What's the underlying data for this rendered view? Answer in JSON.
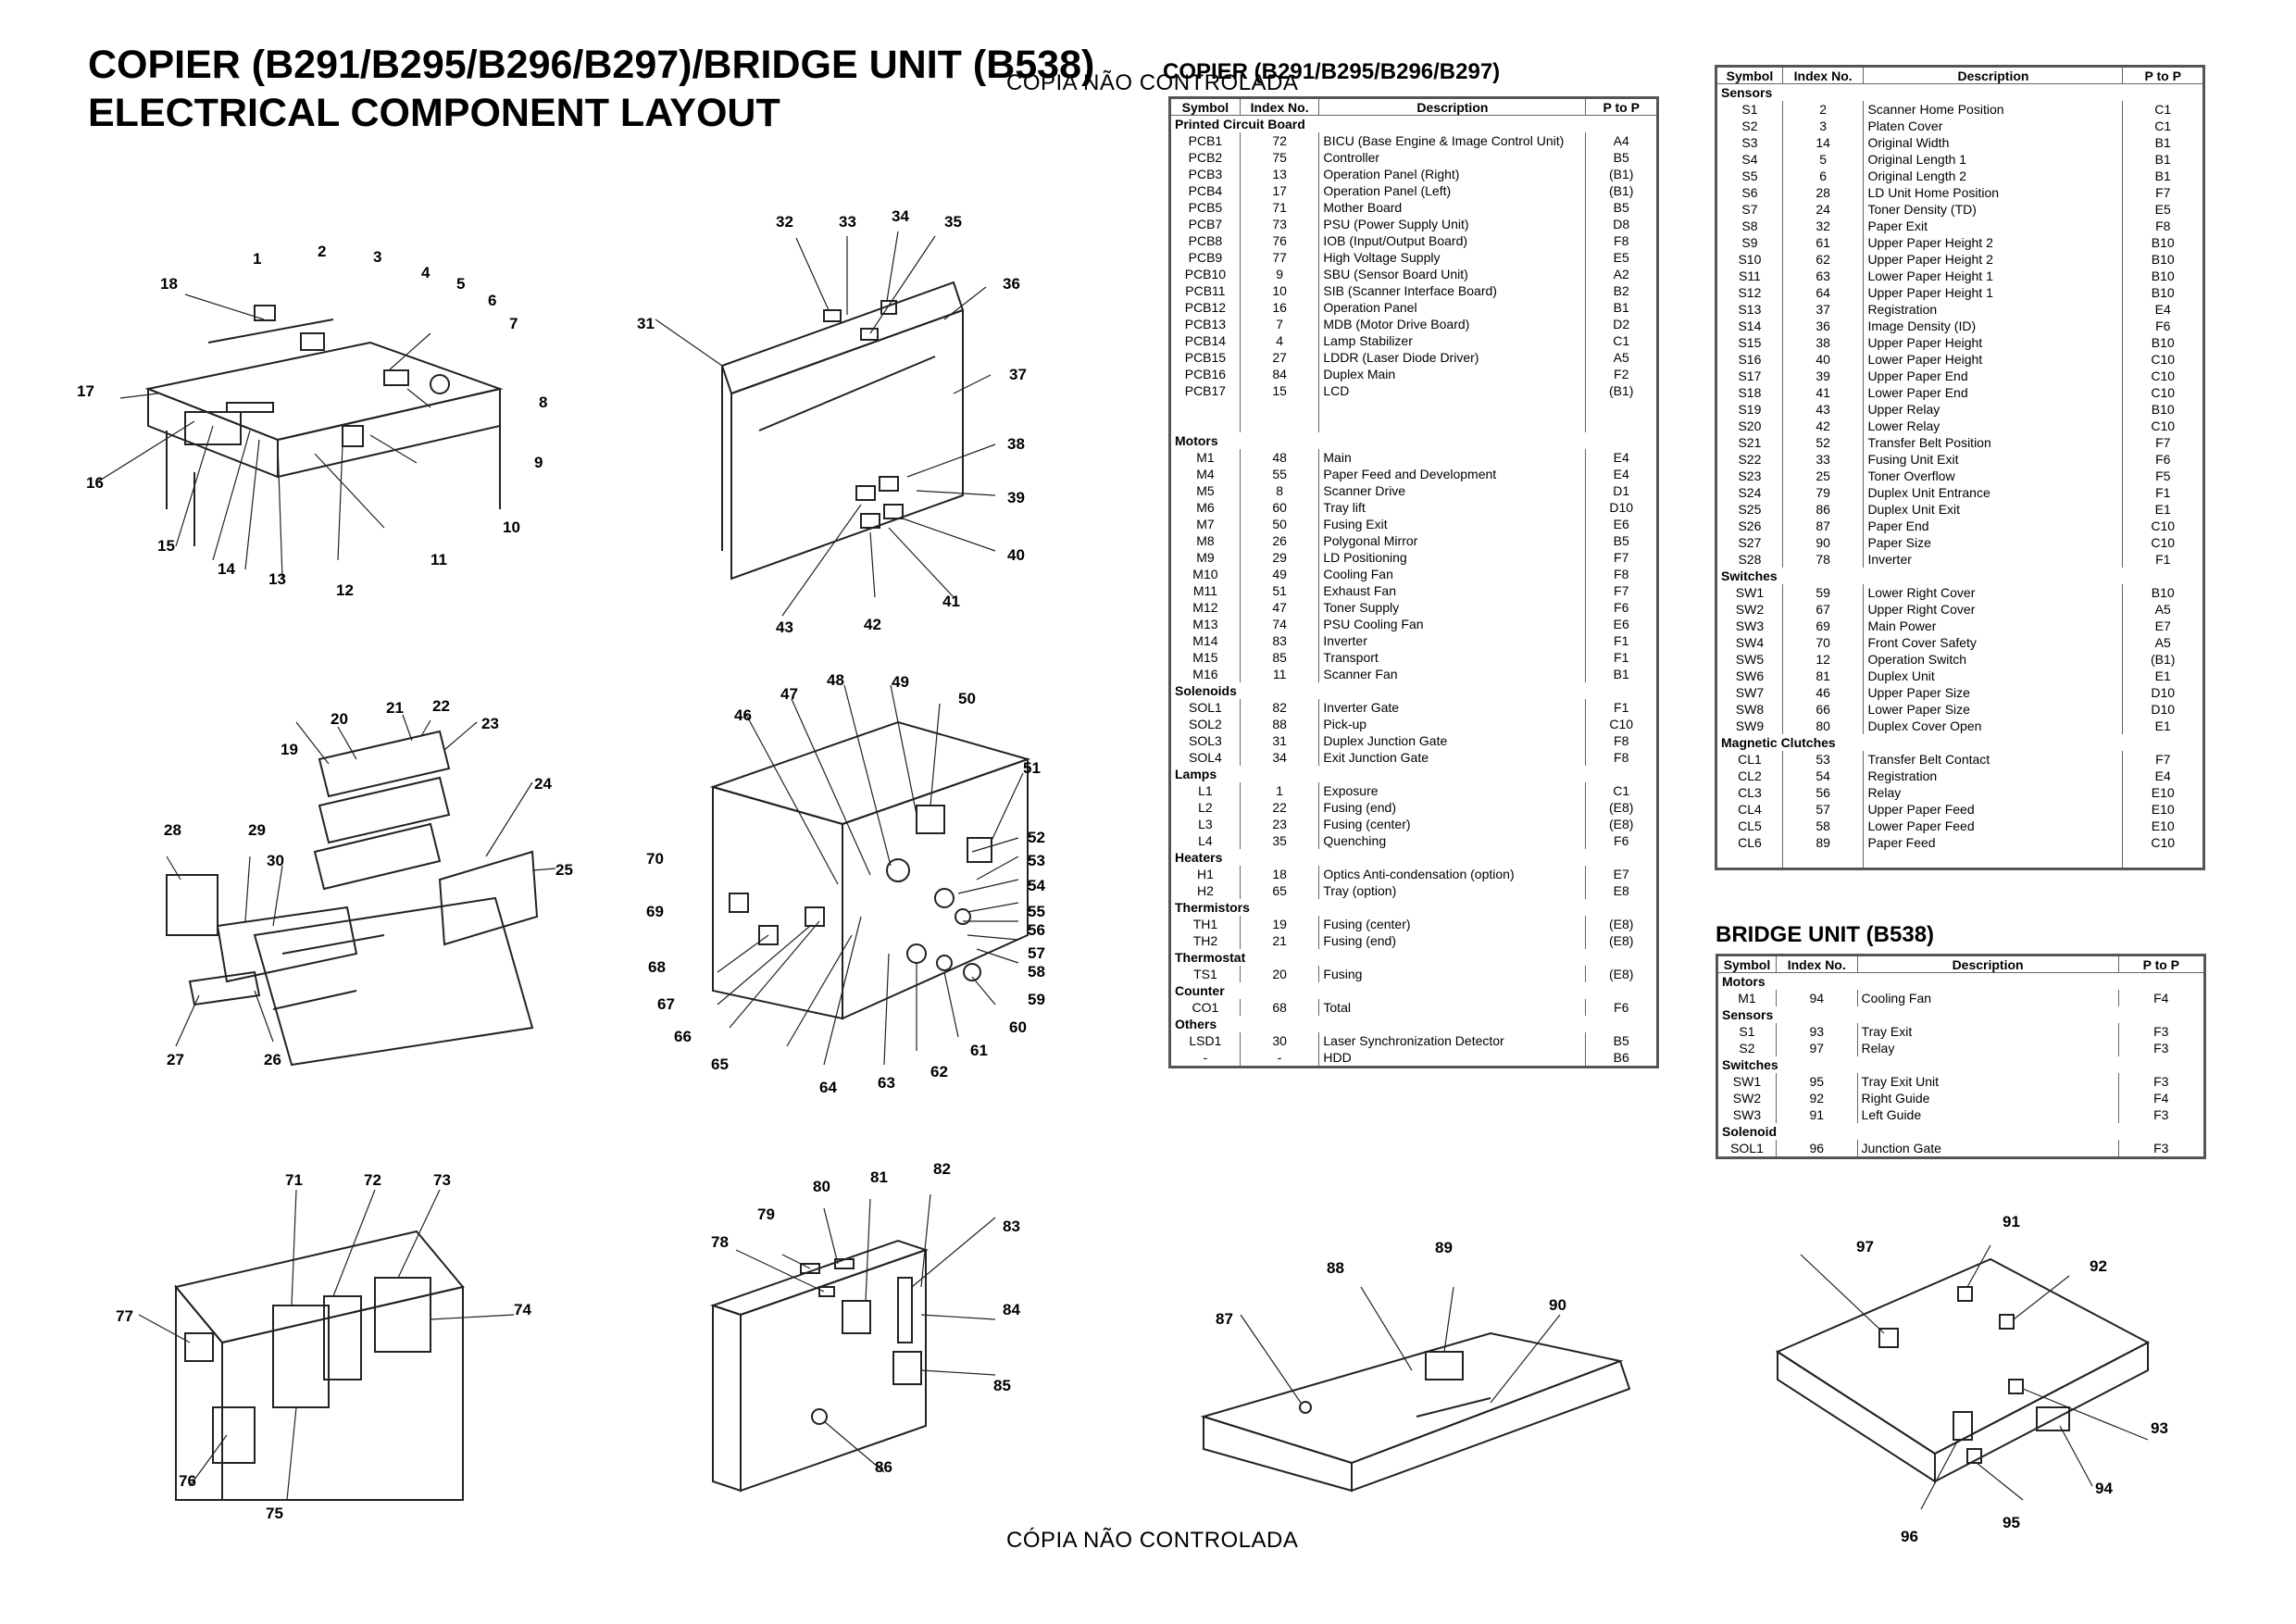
{
  "title": [
    "COPIER (B291/B295/B296/B297)/BRIDGE UNIT (B538)",
    "ELECTRICAL COMPONENT LAYOUT"
  ],
  "watermark": "CÓPIA NÃO CONTROLADA",
  "copier_table": {
    "title": "COPIER (B291/B295/B296/B297)",
    "headers": [
      "Symbol",
      "Index No.",
      "Description",
      "P to P"
    ],
    "rows": [
      {
        "group": "Printed Circuit Board"
      },
      [
        "PCB1",
        "72",
        "BICU (Base Engine & Image Control Unit)",
        "A4"
      ],
      [
        "PCB2",
        "75",
        "Controller",
        "B5"
      ],
      [
        "PCB3",
        "13",
        "Operation Panel (Right)",
        "(B1)"
      ],
      [
        "PCB4",
        "17",
        "Operation Panel (Left)",
        "(B1)"
      ],
      [
        "PCB5",
        "71",
        "Mother Board",
        "B5"
      ],
      [
        "PCB7",
        "73",
        "PSU (Power Supply Unit)",
        "D8"
      ],
      [
        "PCB8",
        "76",
        "IOB (Input/Output Board)",
        "F8"
      ],
      [
        "PCB9",
        "77",
        "High Voltage Supply",
        "E5"
      ],
      [
        "PCB10",
        "9",
        "SBU (Sensor Board Unit)",
        "A2"
      ],
      [
        "PCB11",
        "10",
        "SIB (Scanner Interface Board)",
        "B2"
      ],
      [
        "PCB12",
        "16",
        "Operation Panel",
        "B1"
      ],
      [
        "PCB13",
        "7",
        "MDB (Motor Drive Board)",
        "D2"
      ],
      [
        "PCB14",
        "4",
        "Lamp Stabilizer",
        "C1"
      ],
      [
        "PCB15",
        "27",
        "LDDR (Laser Diode Driver)",
        "A5"
      ],
      [
        "PCB16",
        "84",
        "Duplex Main",
        "F2"
      ],
      [
        "PCB17",
        "15",
        "LCD",
        "(B1)"
      ],
      {
        "blank": true
      },
      {
        "blank": true
      },
      {
        "group": "Motors"
      },
      [
        "M1",
        "48",
        "Main",
        "E4"
      ],
      [
        "M4",
        "55",
        "Paper Feed and Development",
        "E4"
      ],
      [
        "M5",
        "8",
        "Scanner Drive",
        "D1"
      ],
      [
        "M6",
        "60",
        "Tray lift",
        "D10"
      ],
      [
        "M7",
        "50",
        "Fusing Exit",
        "E6"
      ],
      [
        "M8",
        "26",
        "Polygonal Mirror",
        "B5"
      ],
      [
        "M9",
        "29",
        "LD Positioning",
        "F7"
      ],
      [
        "M10",
        "49",
        "Cooling Fan",
        "F8"
      ],
      [
        "M11",
        "51",
        "Exhaust Fan",
        "F7"
      ],
      [
        "M12",
        "47",
        "Toner Supply",
        "F6"
      ],
      [
        "M13",
        "74",
        "PSU Cooling Fan",
        "E6"
      ],
      [
        "M14",
        "83",
        "Inverter",
        "F1"
      ],
      [
        "M15",
        "85",
        "Transport",
        "F1"
      ],
      [
        "M16",
        "11",
        "Scanner Fan",
        "B1"
      ],
      {
        "group": "Solenoids"
      },
      [
        "SOL1",
        "82",
        "Inverter Gate",
        "F1"
      ],
      [
        "SOL2",
        "88",
        "Pick-up",
        "C10"
      ],
      [
        "SOL3",
        "31",
        "Duplex Junction Gate",
        "F8"
      ],
      [
        "SOL4",
        "34",
        "Exit Junction Gate",
        "F8"
      ],
      {
        "group": "Lamps"
      },
      [
        "L1",
        "1",
        "Exposure",
        "C1"
      ],
      [
        "L2",
        "22",
        "Fusing (end)",
        "(E8)"
      ],
      [
        "L3",
        "23",
        "Fusing (center)",
        "(E8)"
      ],
      [
        "L4",
        "35",
        "Quenching",
        "F6"
      ],
      {
        "group": "Heaters"
      },
      [
        "H1",
        "18",
        "Optics Anti-condensation (option)",
        "E7"
      ],
      [
        "H2",
        "65",
        "Tray (option)",
        "E8"
      ],
      {
        "group": "Thermistors"
      },
      [
        "TH1",
        "19",
        "Fusing (center)",
        "(E8)"
      ],
      [
        "TH2",
        "21",
        "Fusing (end)",
        "(E8)"
      ],
      {
        "group": "Thermostat"
      },
      [
        "TS1",
        "20",
        "Fusing",
        "(E8)"
      ],
      {
        "group": "Counter"
      },
      [
        "CO1",
        "68",
        "Total",
        "F6"
      ],
      {
        "group": "Others"
      },
      [
        "LSD1",
        "30",
        "Laser Synchronization Detector",
        "B5"
      ],
      [
        "-",
        "-",
        "HDD",
        "B6"
      ]
    ]
  },
  "sensor_table": {
    "headers": [
      "Symbol",
      "Index No.",
      "Description",
      "P to P"
    ],
    "rows": [
      {
        "group": "Sensors"
      },
      [
        "S1",
        "2",
        "Scanner Home Position",
        "C1"
      ],
      [
        "S2",
        "3",
        "Platen Cover",
        "C1"
      ],
      [
        "S3",
        "14",
        "Original Width",
        "B1"
      ],
      [
        "S4",
        "5",
        "Original Length 1",
        "B1"
      ],
      [
        "S5",
        "6",
        "Original Length 2",
        "B1"
      ],
      [
        "S6",
        "28",
        "LD Unit Home Position",
        "F7"
      ],
      [
        "S7",
        "24",
        "Toner Density (TD)",
        "E5"
      ],
      [
        "S8",
        "32",
        "Paper Exit",
        "F8"
      ],
      [
        "S9",
        "61",
        "Upper Paper Height 2",
        "B10"
      ],
      [
        "S10",
        "62",
        "Upper Paper Height 2",
        "B10"
      ],
      [
        "S11",
        "63",
        "Lower Paper Height 1",
        "B10"
      ],
      [
        "S12",
        "64",
        "Upper Paper Height 1",
        "B10"
      ],
      [
        "S13",
        "37",
        "Registration",
        "E4"
      ],
      [
        "S14",
        "36",
        "Image Density (ID)",
        "F6"
      ],
      [
        "S15",
        "38",
        "Upper Paper Height",
        "B10"
      ],
      [
        "S16",
        "40",
        "Lower Paper Height",
        "C10"
      ],
      [
        "S17",
        "39",
        "Upper Paper End",
        "C10"
      ],
      [
        "S18",
        "41",
        "Lower Paper End",
        "C10"
      ],
      [
        "S19",
        "43",
        "Upper Relay",
        "B10"
      ],
      [
        "S20",
        "42",
        "Lower Relay",
        "C10"
      ],
      [
        "S21",
        "52",
        "Transfer Belt Position",
        "F7"
      ],
      [
        "S22",
        "33",
        "Fusing Unit Exit",
        "F6"
      ],
      [
        "S23",
        "25",
        "Toner Overflow",
        "F5"
      ],
      [
        "S24",
        "79",
        "Duplex Unit Entrance",
        "F1"
      ],
      [
        "S25",
        "86",
        "Duplex Unit Exit",
        "E1"
      ],
      [
        "S26",
        "87",
        "Paper End",
        "C10"
      ],
      [
        "S27",
        "90",
        "Paper Size",
        "C10"
      ],
      [
        "S28",
        "78",
        "Inverter",
        "F1"
      ],
      {
        "group": "Switches"
      },
      [
        "SW1",
        "59",
        "Lower Right Cover",
        "B10"
      ],
      [
        "SW2",
        "67",
        "Upper Right Cover",
        "A5"
      ],
      [
        "SW3",
        "69",
        "Main Power",
        "E7"
      ],
      [
        "SW4",
        "70",
        "Front Cover Safety",
        "A5"
      ],
      [
        "SW5",
        "12",
        "Operation Switch",
        "(B1)"
      ],
      [
        "SW6",
        "81",
        "Duplex Unit",
        "E1"
      ],
      [
        "SW7",
        "46",
        "Upper Paper Size",
        "D10"
      ],
      [
        "SW8",
        "66",
        "Lower Paper Size",
        "D10"
      ],
      [
        "SW9",
        "80",
        "Duplex Cover Open",
        "E1"
      ],
      {
        "group": "Magnetic Clutches"
      },
      [
        "CL1",
        "53",
        "Transfer Belt Contact",
        "F7"
      ],
      [
        "CL2",
        "54",
        "Registration",
        "E4"
      ],
      [
        "CL3",
        "56",
        "Relay",
        "E10"
      ],
      [
        "CL4",
        "57",
        "Upper Paper Feed",
        "E10"
      ],
      [
        "CL5",
        "58",
        "Lower Paper Feed",
        "E10"
      ],
      [
        "CL6",
        "89",
        "Paper Feed",
        "C10"
      ],
      {
        "blank": true
      }
    ]
  },
  "bridge_table": {
    "title": "BRIDGE UNIT (B538)",
    "headers": [
      "Symbol",
      "Index No.",
      "Description",
      "P to P"
    ],
    "rows": [
      {
        "group": "Motors"
      },
      [
        "M1",
        "94",
        "Cooling Fan",
        "F4"
      ],
      {
        "group": "Sensors"
      },
      [
        "S1",
        "93",
        "Tray Exit",
        "F3"
      ],
      [
        "S2",
        "97",
        "Relay",
        "F3"
      ],
      {
        "group": "Switches"
      },
      [
        "SW1",
        "95",
        "Tray Exit Unit",
        "F3"
      ],
      [
        "SW2",
        "92",
        "Right Guide",
        "F4"
      ],
      [
        "SW3",
        "91",
        "Left Guide",
        "F3"
      ],
      {
        "group": "Solenoid"
      },
      [
        "SOL1",
        "96",
        "Junction Gate",
        "F3"
      ]
    ]
  },
  "diagram_labels": [
    "1",
    "2",
    "3",
    "4",
    "5",
    "6",
    "7",
    "8",
    "9",
    "10",
    "11",
    "12",
    "13",
    "14",
    "15",
    "16",
    "17",
    "18",
    "19",
    "20",
    "21",
    "22",
    "23",
    "24",
    "25",
    "26",
    "27",
    "28",
    "29",
    "30",
    "31",
    "32",
    "33",
    "34",
    "35",
    "36",
    "37",
    "38",
    "39",
    "40",
    "41",
    "42",
    "43",
    "46",
    "47",
    "48",
    "49",
    "50",
    "51",
    "52",
    "53",
    "54",
    "55",
    "56",
    "57",
    "58",
    "59",
    "60",
    "61",
    "62",
    "63",
    "64",
    "65",
    "66",
    "67",
    "68",
    "69",
    "70",
    "71",
    "72",
    "73",
    "74",
    "75",
    "76",
    "77",
    "78",
    "79",
    "80",
    "81",
    "82",
    "83",
    "84",
    "85",
    "86",
    "87",
    "88",
    "89",
    "90",
    "91",
    "92",
    "93",
    "94",
    "95",
    "96",
    "97"
  ]
}
